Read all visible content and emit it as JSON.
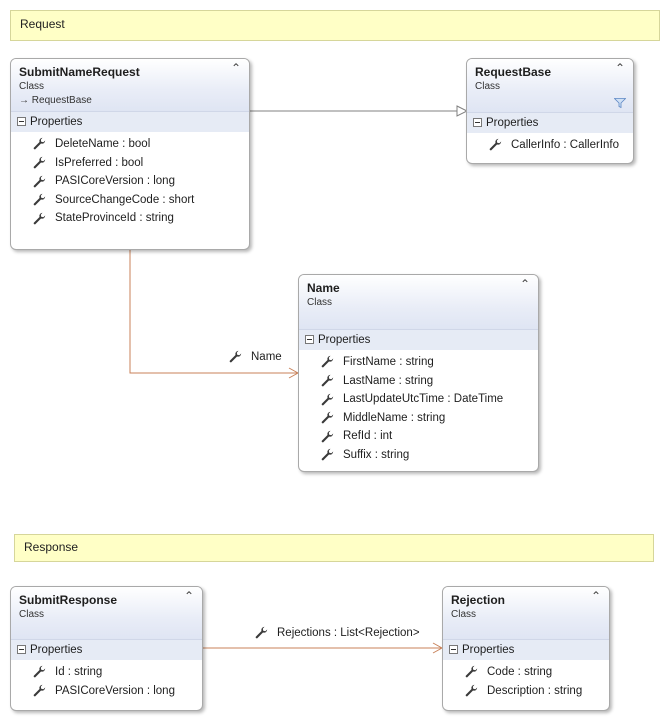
{
  "comments": {
    "request": "Request",
    "response": "Response"
  },
  "classes": {
    "submit_name_request": {
      "name": "SubmitNameRequest",
      "kind": "Class",
      "base": "RequestBase",
      "section": "Properties",
      "properties": [
        "DeleteName : bool",
        "IsPreferred : bool",
        "PASICoreVersion : long",
        "SourceChangeCode : short",
        "StateProvinceId : string"
      ]
    },
    "request_base": {
      "name": "RequestBase",
      "kind": "Class",
      "section": "Properties",
      "properties": [
        "CallerInfo : CallerInfo"
      ]
    },
    "name": {
      "name": "Name",
      "kind": "Class",
      "section": "Properties",
      "properties": [
        "FirstName : string",
        "LastName : string",
        "LastUpdateUtcTime : DateTime",
        "MiddleName : string",
        "RefId : int",
        "Suffix : string"
      ]
    },
    "submit_response": {
      "name": "SubmitResponse",
      "kind": "Class",
      "section": "Properties",
      "properties": [
        "Id : string",
        "PASICoreVersion : long"
      ]
    },
    "rejection": {
      "name": "Rejection",
      "kind": "Class",
      "section": "Properties",
      "properties": [
        "Code : string",
        "Description : string"
      ]
    }
  },
  "associations": {
    "name_assoc": "Name",
    "rejections_assoc": "Rejections : List<Rejection>"
  },
  "colors": {
    "inheritance_line": "#808080",
    "association_line": "#c8825a",
    "comment_fill": "#ffffc6"
  },
  "icons": {
    "property": "wrench-icon",
    "collapse": "double-chevron-up-icon",
    "filter": "filter-icon",
    "base_arrow": "inherit-arrow-icon"
  }
}
